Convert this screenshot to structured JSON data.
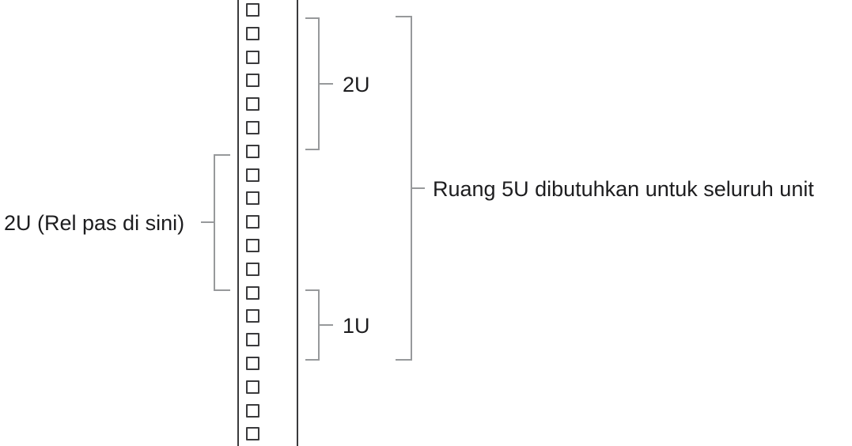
{
  "diagram": {
    "description": "Side view of a rack rail with mounting holes and unit-space callouts",
    "labels": {
      "left_2u": "2U (Rel pas di sini)",
      "right_2u": "2U",
      "right_1u": "1U",
      "right_5u": "Ruang 5U dibutuhkan untuk seluruh unit"
    },
    "rail": {
      "hole_count": 19
    },
    "colors": {
      "bracket": "#97999b",
      "rail": "#3a3a3c",
      "text": "#1d1d1f",
      "background": "#ffffff"
    }
  }
}
